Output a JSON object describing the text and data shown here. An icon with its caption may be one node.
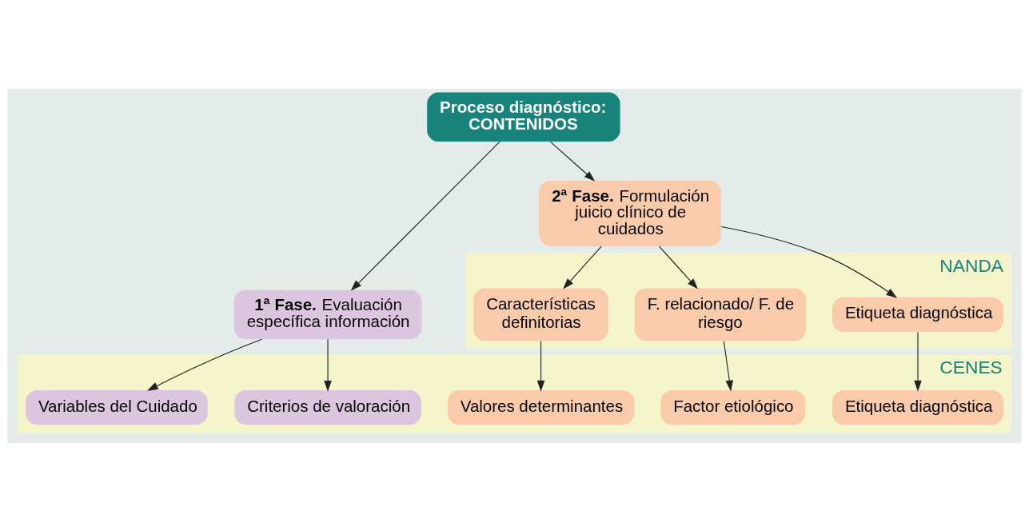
{
  "diagram": {
    "nodes": [
      {
        "text": [
          "Proceso diagnóstico: CONTENIDOS"
        ]
      },
      {
        "text": [
          "**1ª Fase.** Evaluación específica información"
        ]
      },
      {
        "text": [
          "**2ª Fase.** Formulación juicio clínico de cuidados"
        ]
      },
      {
        "text": [
          "NANDA"
        ]
      },
      {
        "text": [
          "Etiqueta diagnóstica"
        ],
        "in": 3
      },
      {
        "text": [
          "F. relacionado/ F. de riesgo"
        ],
        "in": 3
      },
      {
        "text": [
          "Características definitorias"
        ],
        "in": 3
      },
      {
        "text": [
          "CENES"
        ]
      },
      {
        "text": [
          "Criterios de valoración"
        ],
        "in": 7
      },
      {
        "text": [
          "Variables del Cuidado"
        ],
        "in": 7
      },
      {
        "text": [
          "Etiqueta diagnóstica"
        ],
        "in": 7
      },
      {
        "text": [
          "Factor etiológico"
        ],
        "in": 7
      },
      {
        "text": [
          "Valores determinantes"
        ],
        "in": 7
      }
    ],
    "edges": [
      {
        "from": 0,
        "to": 1,
        "arrow": "to"
      },
      {
        "from": 0,
        "to": 2,
        "arrow": "to"
      },
      {
        "from": 1,
        "to": 8,
        "arrow": "to"
      },
      {
        "from": 1,
        "to": 9,
        "arrow": "to"
      },
      {
        "from": 2,
        "to": 4,
        "arrow": "to"
      },
      {
        "from": 2,
        "to": 5,
        "arrow": "to"
      },
      {
        "from": 2,
        "to": 6,
        "arrow": "to"
      },
      {
        "from": 4,
        "to": 10,
        "arrow": "to"
      },
      {
        "from": 5,
        "to": 11,
        "arrow": "to"
      },
      {
        "from": 6,
        "to": 12,
        "arrow": "to"
      }
    ]
  }
}
